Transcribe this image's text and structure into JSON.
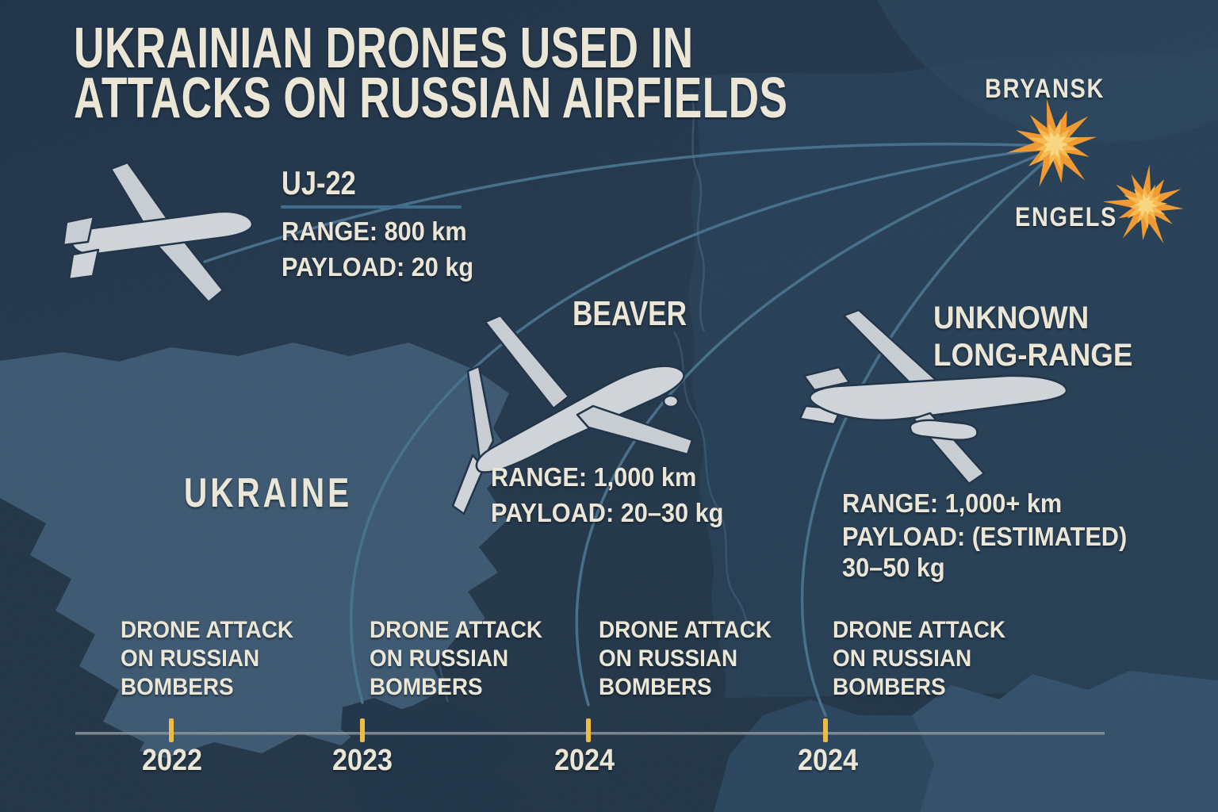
{
  "title": {
    "line1": "UKRAINIAN DRONES USED IN",
    "line2": "ATTACKS ON RUSSIAN AIRFIELDS"
  },
  "map": {
    "country_label": "UKRAINE"
  },
  "targets": {
    "bryansk": "BRYANSK",
    "engels": "ENGELS"
  },
  "drones": [
    {
      "name": "UJ-22",
      "range": "RANGE: 800 km",
      "payload": "PAYLOAD: 20 kg"
    },
    {
      "name": "BEAVER",
      "range": "RANGE: 1,000 km",
      "payload": "PAYLOAD: 20–30 kg"
    },
    {
      "name_line1": "UNKNOWN",
      "name_line2": "LONG-RANGE",
      "range": "RANGE: 1,000+ km",
      "payload_line1": "PAYLOAD: (ESTIMATED)",
      "payload_line2": "30–50 kg"
    }
  ],
  "timeline": {
    "events": [
      {
        "year": "2022",
        "label_lines": [
          "DRONE ATTACK",
          "ON RUSSIAN",
          "BOMBERS"
        ]
      },
      {
        "year": "2023",
        "label_lines": [
          "DRONE ATTACK",
          "ON RUSSIAN",
          "BOMBERS"
        ]
      },
      {
        "year": "2024",
        "label_lines": [
          "DRONE ATTACK",
          "ON RUSSIAN",
          "BOMBERS"
        ]
      },
      {
        "year": "2024",
        "label_lines": [
          "DRONE ATTACK",
          "ON RUSSIAN",
          "BOMBERS"
        ]
      }
    ]
  },
  "colors": {
    "background": "#20344a",
    "map_land": "#3a566f",
    "text_cream": "#ece6d6",
    "tick_gold": "#edba3e",
    "explosion_orange": "#f0972e",
    "explosion_core": "#f8d57e",
    "trajectory_blue": "#45708c",
    "timeline_line": "#8a9097",
    "underline_blue": "#3f6d8e",
    "drone_gray": "#ced3d7"
  }
}
